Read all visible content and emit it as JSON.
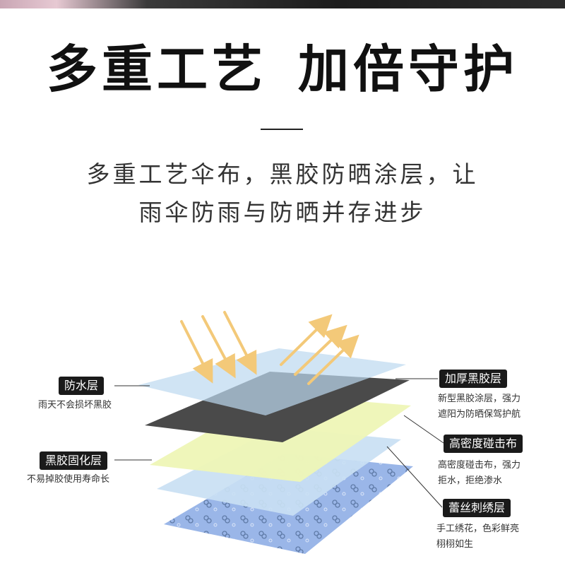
{
  "headline": {
    "part1": "多重工艺",
    "part2": "加倍守护"
  },
  "subtitle": {
    "line1": "多重工艺伞布，黑胶防晒涂层，让",
    "line2": "雨伞防雨与防晒并存进步"
  },
  "layers": {
    "waterproof": {
      "label": "防水层",
      "desc": "雨天不会损坏黑胶"
    },
    "thick_black": {
      "label": "加厚黑胶层",
      "desc_line1": "新型黑胶涂层，强力",
      "desc_line2": "遮阳为防晒保驾护航"
    },
    "fixing": {
      "label": "黑胶固化层",
      "desc": "不易掉胶使用寿命长"
    },
    "dense_fabric": {
      "label": "高密度碰击布",
      "desc_line1": "高密度碰击布，强力",
      "desc_line2": "拒水，拒绝渗水"
    },
    "lace": {
      "label": "蕾丝刺绣层",
      "desc_line1": "手工绣花，色彩鲜亮",
      "desc_line2": "栩栩如生"
    }
  },
  "colors": {
    "arrow": "#f3c979",
    "waterproof_layer": "#bcd8ef",
    "black_layer": "#4a4a4a",
    "yellow_layer": "#eef5b6",
    "fabric_layer": "#c9dff3",
    "lace_layer": "#9ab6e8",
    "tag_bg": "#1a1a1a"
  }
}
